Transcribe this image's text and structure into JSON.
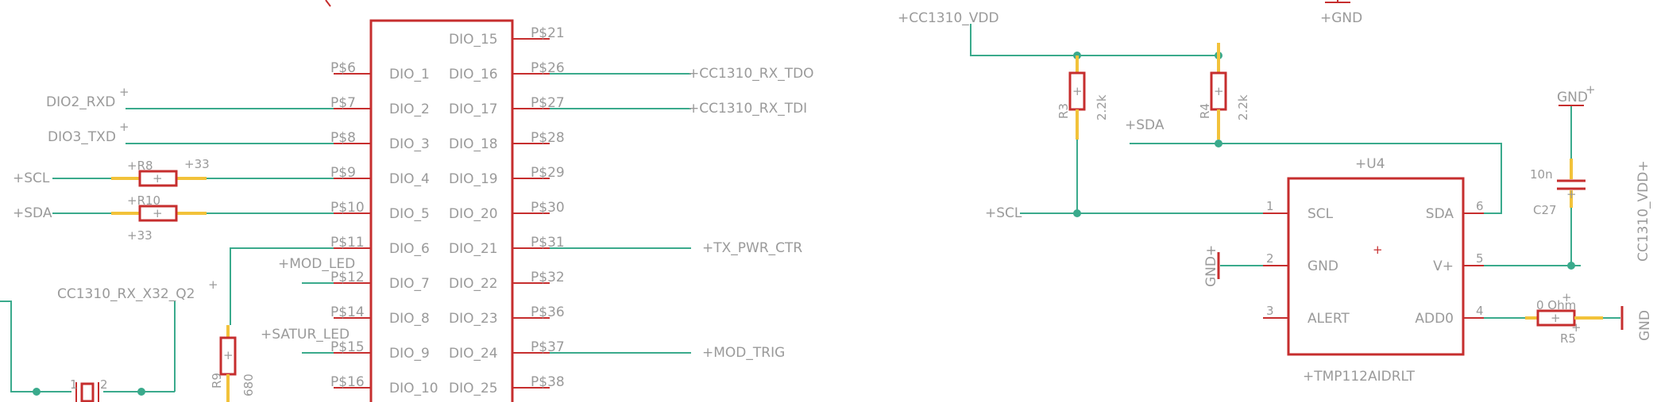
{
  "colors": {
    "wire": "#3aaa8c",
    "part": "#c62e2e",
    "pad": "#f2c23a",
    "text": "#9a9a9a"
  },
  "mcu": {
    "left_pads": [
      "P$6",
      "P$7",
      "P$8",
      "P$9",
      "P$10",
      "P$11",
      "P$12",
      "P$14",
      "P$15",
      "P$16"
    ],
    "left_pins": [
      "DIO_1",
      "DIO_2",
      "DIO_3",
      "DIO_4",
      "DIO_5",
      "DIO_6",
      "DIO_7",
      "DIO_8",
      "DIO_9",
      "DIO_10"
    ],
    "right_pins": [
      "DIO_15",
      "DIO_16",
      "DIO_17",
      "DIO_18",
      "DIO_19",
      "DIO_20",
      "DIO_21",
      "DIO_22",
      "DIO_23",
      "DIO_24",
      "DIO_25"
    ],
    "right_pads": [
      "P$21",
      "P$26",
      "P$27",
      "P$28",
      "P$29",
      "P$30",
      "P$31",
      "P$32",
      "P$36",
      "P$37",
      "P$38"
    ]
  },
  "nets_left": {
    "dio2_rxd": "DIO2_RXD",
    "dio3_txd": "DIO3_TXD",
    "scl": "SCL",
    "sda": "SDA",
    "rx_x32": "CC1310_RX_X32_Q2",
    "mod_led": "MOD_LED",
    "satur_led": "SATUR_LED"
  },
  "nets_right": {
    "rx_tdo": "CC1310_RX_TDO",
    "rx_tdi": "CC1310_RX_TDI",
    "tx_pwr": "TX_PWR_CTR",
    "mod_trig": "MOD_TRIG"
  },
  "resistors": {
    "r8": "R8",
    "r8_val": "33",
    "r10": "R10",
    "r10_val": "33",
    "r9": "R9",
    "r9_val": "680",
    "r3": "R3",
    "r3_val": "2.2k",
    "r4": "R4",
    "r4_val": "2.2k",
    "r5": "R5",
    "r5_val": "0 Ohm"
  },
  "crystal": {
    "pin1": "1",
    "pin2": "2"
  },
  "sensor": {
    "name": "U4",
    "part": "TMP112AIDRLT",
    "pins_left": [
      {
        "num": "1",
        "name": "SCL"
      },
      {
        "num": "2",
        "name": "GND"
      },
      {
        "num": "3",
        "name": "ALERT"
      }
    ],
    "pins_right": [
      {
        "num": "6",
        "name": "SDA"
      },
      {
        "num": "5",
        "name": "V+"
      },
      {
        "num": "4",
        "name": "ADD0"
      }
    ]
  },
  "power": {
    "vdd": "CC1310_VDD",
    "vdd_side": "CC1310_VDD",
    "gnd_top": "GND",
    "gnd_cap": "GND",
    "gnd_u4": "GND",
    "gnd_r5": "GND",
    "sda2": "SDA",
    "scl2": "SCL"
  },
  "capacitor": {
    "name": "C27",
    "value": "10n"
  }
}
